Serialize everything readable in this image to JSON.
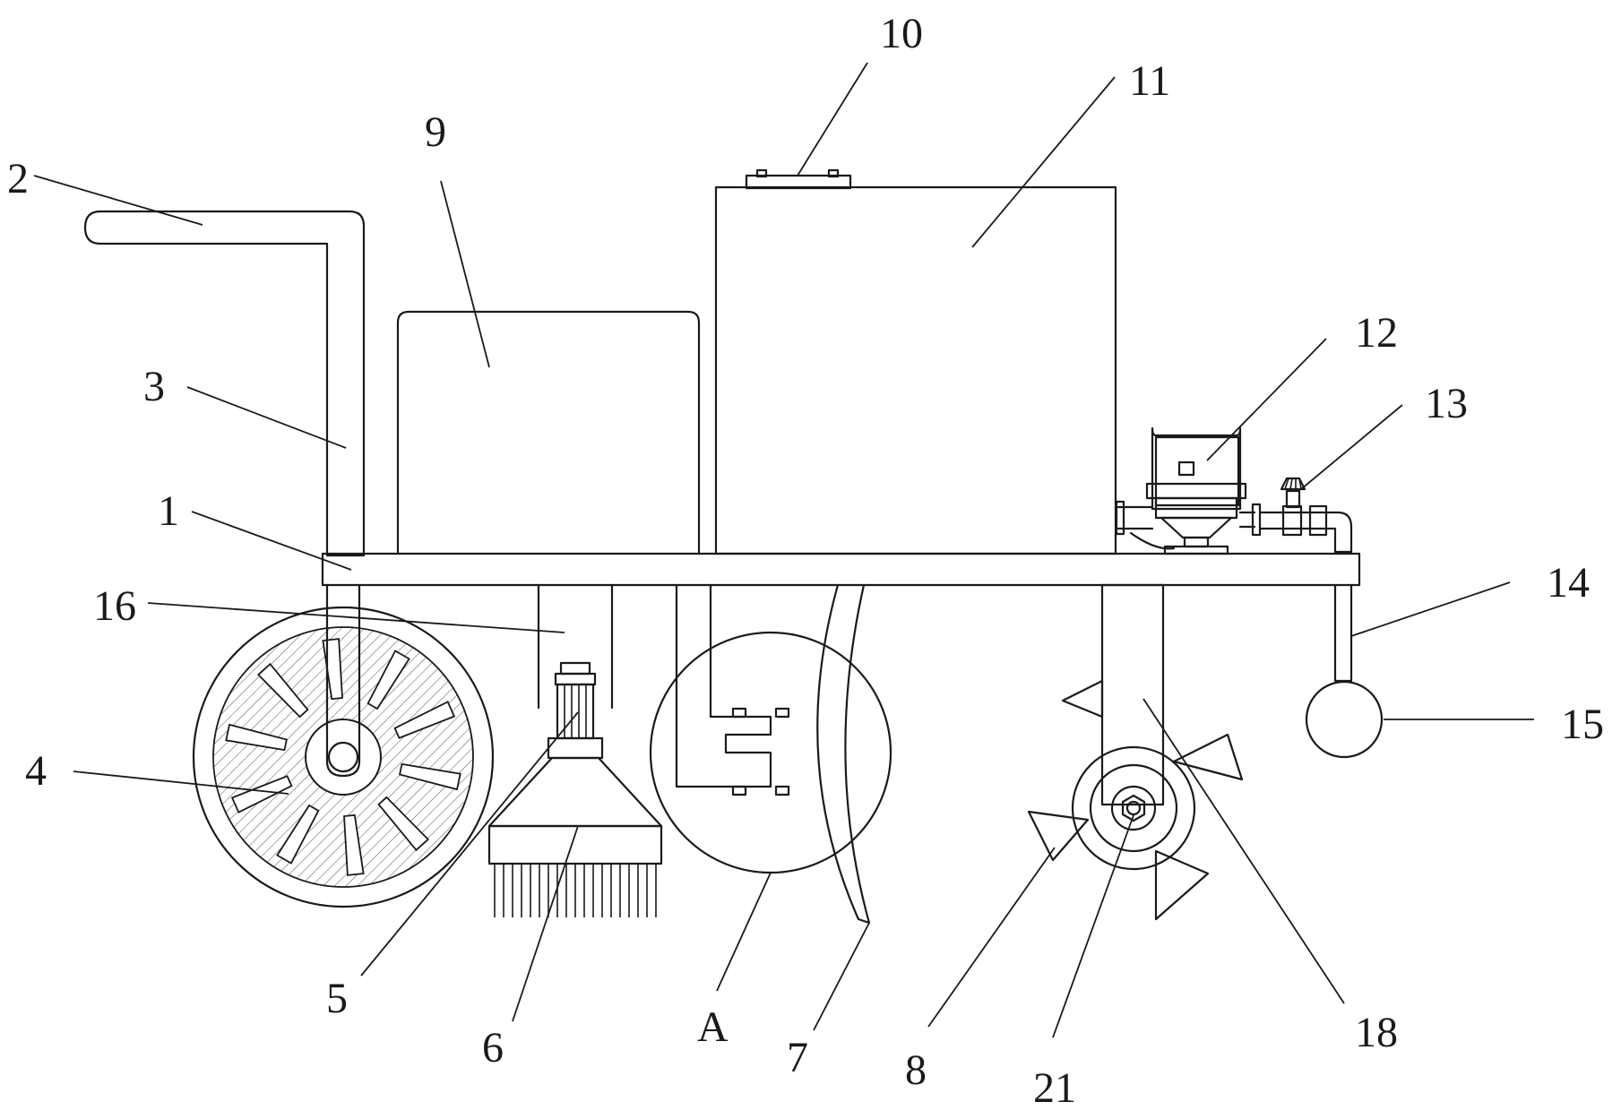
{
  "labels": {
    "l1": "1",
    "l2": "2",
    "l3": "3",
    "l4": "4",
    "l5": "5",
    "l6": "6",
    "l7": "7",
    "l8": "8",
    "l9": "9",
    "l10": "10",
    "l11": "11",
    "l12": "12",
    "l13": "13",
    "l14": "14",
    "l15": "15",
    "l16": "16",
    "l18": "18",
    "l21": "21",
    "lA": "A"
  }
}
